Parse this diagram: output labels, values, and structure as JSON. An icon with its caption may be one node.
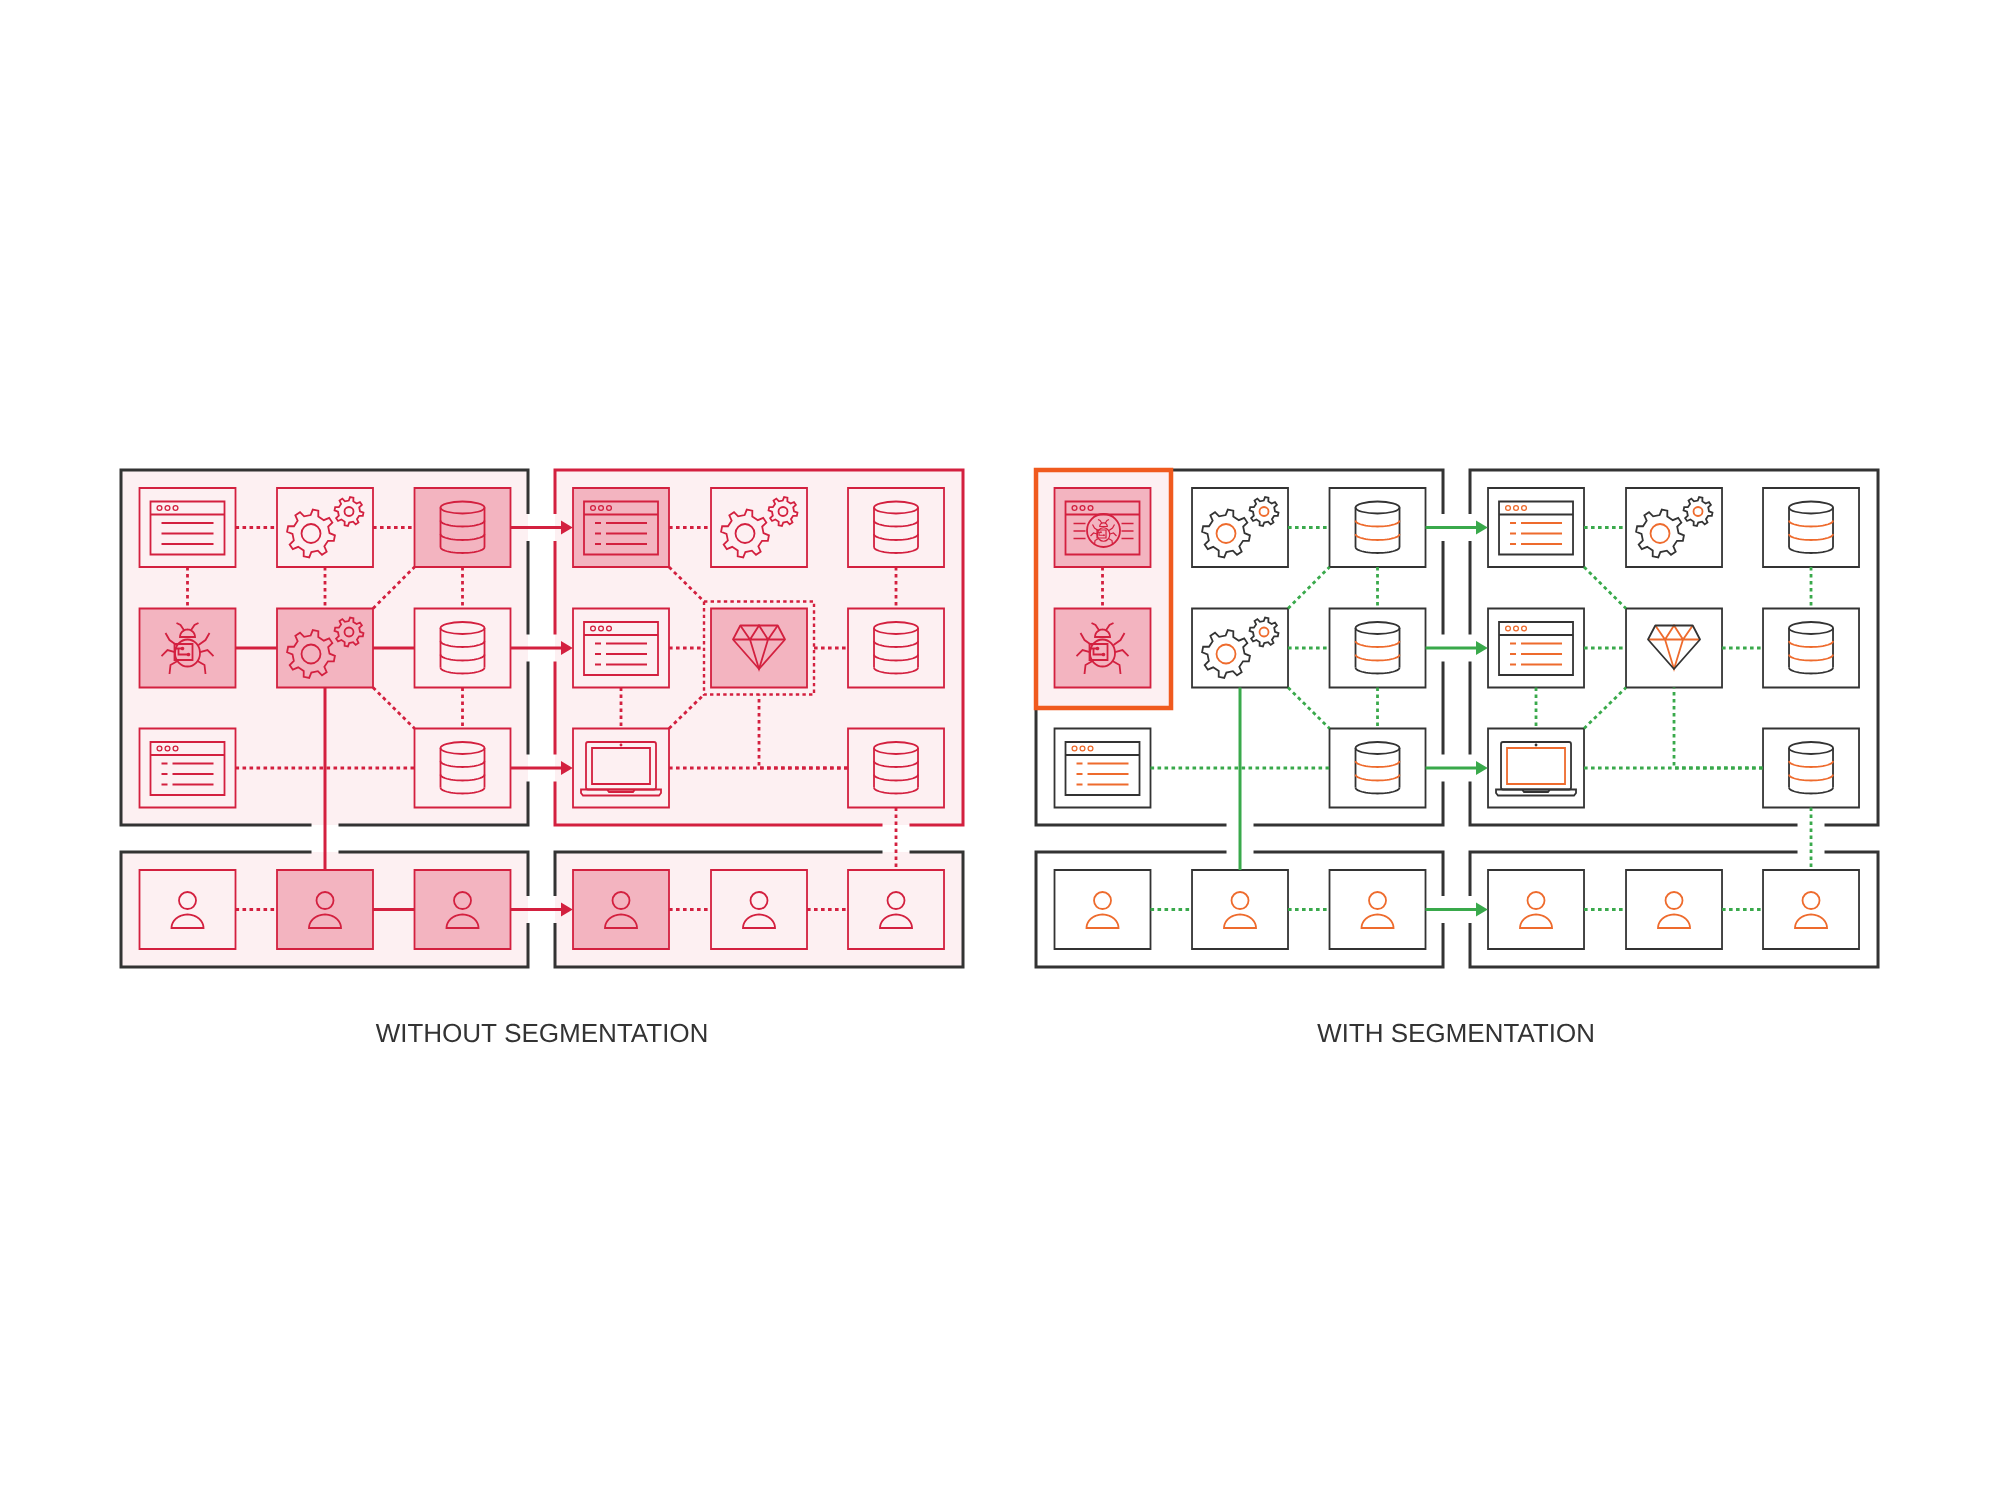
{
  "diagram": {
    "nodes": [
      {
        "text": [],
        "shape": "box"
      },
      {
        "text": [],
        "shape": "window",
        "in": 0
      },
      {
        "text": [],
        "shape": "gears",
        "in": 0
      },
      {
        "text": [],
        "shape": "cylinder",
        "in": 0
      },
      {
        "text": [],
        "shape": "bug",
        "in": 0
      },
      {
        "text": [],
        "shape": "gears",
        "in": 0
      },
      {
        "text": [],
        "shape": "cylinder",
        "in": 0
      },
      {
        "text": [],
        "shape": "window",
        "in": 0
      },
      {
        "text": [],
        "shape": "cylinder",
        "in": 0
      },
      {
        "text": [],
        "shape": "box"
      },
      {
        "text": [],
        "shape": "window",
        "in": 9
      },
      {
        "text": [],
        "shape": "gears",
        "in": 9
      },
      {
        "text": [],
        "shape": "cylinder",
        "in": 9
      },
      {
        "text": [],
        "shape": "window",
        "in": 9
      },
      {
        "text": [],
        "shape": "gem",
        "in": 9
      },
      {
        "text": [],
        "shape": "cylinder",
        "in": 9
      },
      {
        "text": [],
        "shape": "laptop",
        "in": 9
      },
      {
        "text": [],
        "shape": "cylinder",
        "in": 9
      },
      {
        "text": [],
        "shape": "box"
      },
      {
        "text": [],
        "shape": "person",
        "in": 18
      },
      {
        "text": [],
        "shape": "person",
        "in": 18
      },
      {
        "text": [],
        "shape": "person",
        "in": 18
      },
      {
        "text": [],
        "shape": "box"
      },
      {
        "text": [],
        "shape": "person",
        "in": 22
      },
      {
        "text": [],
        "shape": "person",
        "in": 22
      },
      {
        "text": [],
        "shape": "person",
        "in": 22
      },
      {
        "text": [],
        "shape": "box"
      },
      {
        "text": [],
        "shape": "box",
        "in": 26
      },
      {
        "text": [],
        "shape": "picture",
        "in": 27
      },
      {
        "text": [],
        "shape": "bug",
        "in": 27
      },
      {
        "text": [],
        "shape": "gears",
        "in": 26
      },
      {
        "text": [],
        "shape": "cylinder",
        "in": 26
      },
      {
        "text": [],
        "shape": "gears",
        "in": 26
      },
      {
        "text": [],
        "shape": "cylinder",
        "in": 26
      },
      {
        "text": [],
        "shape": "window",
        "in": 26
      },
      {
        "text": [],
        "shape": "cylinder",
        "in": 26
      },
      {
        "text": [],
        "shape": "box"
      },
      {
        "text": [],
        "shape": "window",
        "in": 36
      },
      {
        "text": [],
        "shape": "gears",
        "in": 36
      },
      {
        "text": [],
        "shape": "cylinder",
        "in": 36
      },
      {
        "text": [],
        "shape": "window",
        "in": 36
      },
      {
        "text": [],
        "shape": "gem",
        "in": 36
      },
      {
        "text": [],
        "shape": "cylinder",
        "in": 36
      },
      {
        "text": [],
        "shape": "laptop",
        "in": 36
      },
      {
        "text": [],
        "shape": "cylinder",
        "in": 36
      },
      {
        "text": [],
        "shape": "box"
      },
      {
        "text": [],
        "shape": "person",
        "in": 45
      },
      {
        "text": [],
        "shape": "person",
        "in": 45
      },
      {
        "text": [],
        "shape": "person",
        "in": 45
      },
      {
        "text": [],
        "shape": "box"
      },
      {
        "text": [],
        "shape": "person",
        "in": 49
      },
      {
        "text": [],
        "shape": "person",
        "in": 49
      },
      {
        "text": [],
        "shape": "person",
        "in": 49
      }
    ],
    "edges": [
      {
        "from": 1,
        "to": 2,
        "arrow": "none",
        "style": "dashed"
      },
      {
        "from": 2,
        "to": 3,
        "arrow": "none",
        "style": "dashed"
      },
      {
        "from": 1,
        "to": 4,
        "arrow": "none",
        "style": "dashed"
      },
      {
        "from": 2,
        "to": 5,
        "arrow": "none",
        "style": "dashed"
      },
      {
        "from": 3,
        "to": 6,
        "arrow": "none",
        "style": "dashed"
      },
      {
        "from": 5,
        "to": 3,
        "arrow": "none",
        "style": "dashed"
      },
      {
        "from": 4,
        "to": 5,
        "arrow": "none"
      },
      {
        "from": 5,
        "to": 6,
        "arrow": "none"
      },
      {
        "from": 5,
        "to": 8,
        "arrow": "none",
        "style": "dashed"
      },
      {
        "from": 6,
        "to": 8,
        "arrow": "none",
        "style": "dashed"
      },
      {
        "from": 7,
        "to": 8,
        "arrow": "none",
        "style": "dashed"
      },
      {
        "from": 5,
        "to": 20,
        "arrow": "none"
      },
      {
        "from": 3,
        "to": 10,
        "arrow": "to"
      },
      {
        "from": 6,
        "to": 13,
        "arrow": "to"
      },
      {
        "from": 8,
        "to": 16,
        "arrow": "to"
      },
      {
        "from": 10,
        "to": 11,
        "arrow": "none",
        "style": "dashed"
      },
      {
        "from": 10,
        "to": 14,
        "arrow": "none",
        "style": "dashed"
      },
      {
        "from": 13,
        "to": 14,
        "arrow": "none",
        "style": "dashed"
      },
      {
        "from": 14,
        "to": 15,
        "arrow": "none",
        "style": "dashed"
      },
      {
        "from": 12,
        "to": 15,
        "arrow": "none",
        "style": "dashed"
      },
      {
        "from": 13,
        "to": 16,
        "arrow": "none",
        "style": "dashed"
      },
      {
        "from": 16,
        "to": 14,
        "arrow": "none",
        "style": "dashed"
      },
      {
        "from": 16,
        "to": 17,
        "arrow": "none",
        "style": "dashed"
      },
      {
        "from": 14,
        "to": 17,
        "arrow": "none",
        "style": "dashed"
      },
      {
        "from": 17,
        "to": 25,
        "arrow": "none",
        "style": "dashed"
      },
      {
        "from": 19,
        "to": 20,
        "arrow": "none",
        "style": "dashed"
      },
      {
        "from": 20,
        "to": 21,
        "arrow": "none"
      },
      {
        "from": 21,
        "to": 23,
        "arrow": "to"
      },
      {
        "from": 23,
        "to": 24,
        "arrow": "none",
        "style": "dashed"
      },
      {
        "from": 24,
        "to": 25,
        "arrow": "none",
        "style": "dashed"
      },
      {
        "from": 28,
        "to": 29,
        "arrow": "none",
        "style": "dashed"
      },
      {
        "from": 30,
        "to": 31,
        "arrow": "none",
        "style": "dashed",
        "color": "#39a94b"
      },
      {
        "from": 32,
        "to": 31,
        "arrow": "none",
        "style": "dashed",
        "color": "#39a94b"
      },
      {
        "from": 31,
        "to": 33,
        "arrow": "none",
        "style": "dashed",
        "color": "#39a94b"
      },
      {
        "from": 32,
        "to": 33,
        "arrow": "none",
        "style": "dashed",
        "color": "#39a94b"
      },
      {
        "from": 32,
        "to": 35,
        "arrow": "none",
        "style": "dashed",
        "color": "#39a94b"
      },
      {
        "from": 33,
        "to": 35,
        "arrow": "none",
        "style": "dashed",
        "color": "#39a94b"
      },
      {
        "from": 34,
        "to": 35,
        "arrow": "none",
        "style": "dashed",
        "color": "#39a94b"
      },
      {
        "from": 32,
        "to": 47,
        "arrow": "none",
        "color": "#39a94b"
      },
      {
        "from": 31,
        "to": 37,
        "arrow": "to",
        "color": "#39a94b"
      },
      {
        "from": 33,
        "to": 40,
        "arrow": "to",
        "color": "#39a94b"
      },
      {
        "from": 35,
        "to": 43,
        "arrow": "to",
        "color": "#39a94b"
      },
      {
        "from": 37,
        "to": 38,
        "arrow": "none",
        "style": "dashed",
        "color": "#39a94b"
      },
      {
        "from": 37,
        "to": 41,
        "arrow": "none",
        "style": "dashed",
        "color": "#39a94b"
      },
      {
        "from": 40,
        "to": 41,
        "arrow": "none",
        "style": "dashed",
        "color": "#39a94b"
      },
      {
        "from": 41,
        "to": 42,
        "arrow": "none",
        "style": "dashed",
        "color": "#39a94b"
      },
      {
        "from": 39,
        "to": 42,
        "arrow": "none",
        "style": "dashed",
        "color": "#39a94b"
      },
      {
        "from": 40,
        "to": 43,
        "arrow": "none",
        "style": "dashed",
        "color": "#39a94b"
      },
      {
        "from": 43,
        "to": 41,
        "arrow": "none",
        "style": "dashed",
        "color": "#39a94b"
      },
      {
        "from": 43,
        "to": 44,
        "arrow": "none",
        "style": "dashed",
        "color": "#39a94b"
      },
      {
        "from": 41,
        "to": 44,
        "arrow": "none",
        "style": "dashed",
        "color": "#39a94b"
      },
      {
        "from": 44,
        "to": 52,
        "arrow": "none",
        "style": "dashed",
        "color": "#39a94b"
      },
      {
        "from": 46,
        "to": 47,
        "arrow": "none",
        "style": "dashed",
        "color": "#39a94b"
      },
      {
        "from": 47,
        "to": 48,
        "arrow": "none",
        "style": "dashed",
        "color": "#39a94b"
      },
      {
        "from": 48,
        "to": 50,
        "arrow": "to",
        "color": "#39a94b"
      },
      {
        "from": 50,
        "to": 51,
        "arrow": "none",
        "style": "dashed",
        "color": "#39a94b"
      },
      {
        "from": 51,
        "to": 52,
        "arrow": "none",
        "style": "dashed",
        "color": "#39a94b"
      }
    ],
    "labels": [
      "WITHOUT SEGMENTATION",
      "WITH SEGMENTATION"
    ]
  }
}
